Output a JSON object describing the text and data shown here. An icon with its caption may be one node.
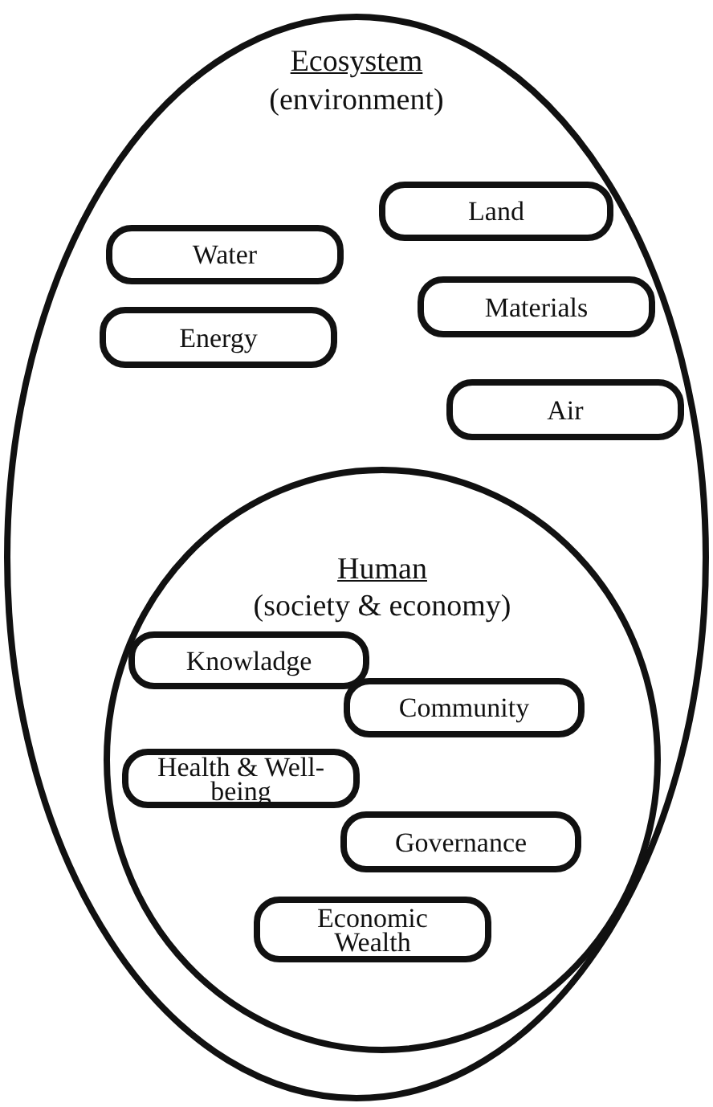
{
  "diagram": {
    "nodes": [
      {
        "text": [
          "Ecosystem",
          "(environment)"
        ]
      },
      {
        "text": [
          "Water"
        ],
        "in": 0
      },
      {
        "text": [
          "Energy"
        ],
        "in": 0
      },
      {
        "text": [
          "Land"
        ],
        "in": 0
      },
      {
        "text": [
          "Materials"
        ],
        "in": 0
      },
      {
        "text": [
          "Air"
        ],
        "in": 0
      },
      {
        "text": [
          "Human",
          "(society & economy)"
        ],
        "in": 0
      },
      {
        "text": [
          "Knowladge"
        ],
        "in": 6
      },
      {
        "text": [
          "Community"
        ],
        "in": 6
      },
      {
        "text": [
          "Health & Well-being"
        ],
        "in": 6
      },
      {
        "text": [
          "Governance"
        ],
        "in": 6
      },
      {
        "text": [
          "Economic Wealth"
        ],
        "in": 6
      }
    ],
    "edges": []
  }
}
